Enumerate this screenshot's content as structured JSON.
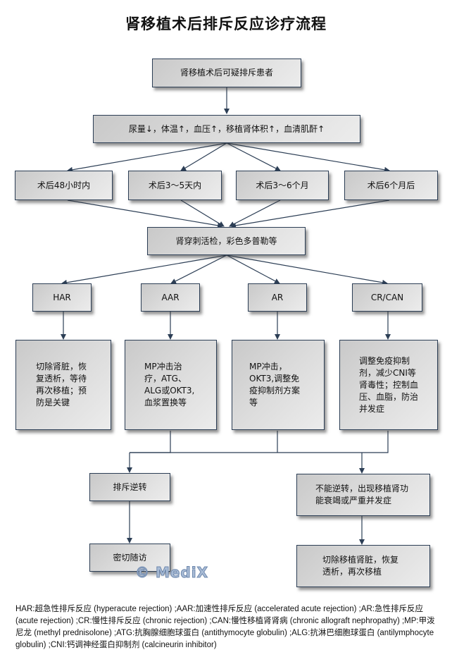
{
  "title": "肾移植术后排斥反应诊疗流程",
  "colors": {
    "line": "#2c3e55",
    "box_border": "#2c3e55",
    "watermark": "#a9bcd6"
  },
  "nodes": {
    "start": "肾移植术后可疑排斥患者",
    "symptoms": "尿量↓，体温↑，血压↑，移植肾体积↑，血清肌酐↑",
    "time_48h": "术后48小时内",
    "time_3_5d": "术后3～5天内",
    "time_3_6m": "术后3～6个月",
    "time_6m": "术后6个月后",
    "biopsy": "肾穿刺活检，彩色多普勒等",
    "har": "HAR",
    "aar": "AAR",
    "ar": "AR",
    "cr_can": "CR/CAN",
    "har_treatment": "切除肾脏，恢复透析，等待再次移植；预防是关键",
    "aar_treatment": "MP冲击治疗，ATG、ALG或OKT3,血浆置换等",
    "ar_treatment": "MP冲击，OKT3,调整免疫抑制剂方案等",
    "cr_treatment": "调整免疫抑制剂，减少CNI等肾毒性；控制血压、血脂，防治并发症",
    "reversed": "排斥逆转",
    "not_reversed": "不能逆转，出现移植肾功能衰竭或严重并发症",
    "follow_up": "密切随访",
    "remove": "切除移植肾脏，恢复透析，再次移植"
  },
  "watermark": "© MediX",
  "footnote": "HAR:超急性排斥反应 (hyperacute rejection) ;AAR:加速性排斥反应 (accelerated acute rejection) ;AR:急性排斥反应 (acute rejection) ;CR:慢性排斥反应 (chronic rejection) ;CAN:慢性移植肾肾病 (chronic allograft nephropathy) ;MP:甲泼尼龙 (methyl prednisolone) ;ATG:抗胸腺细胞球蛋白 (antithymocyte globulin) ;ALG:抗淋巴细胞球蛋白 (antilymphocyte globulin) ;CNI:钙调神经蛋白抑制剂 (calcineurin inhibitor)"
}
